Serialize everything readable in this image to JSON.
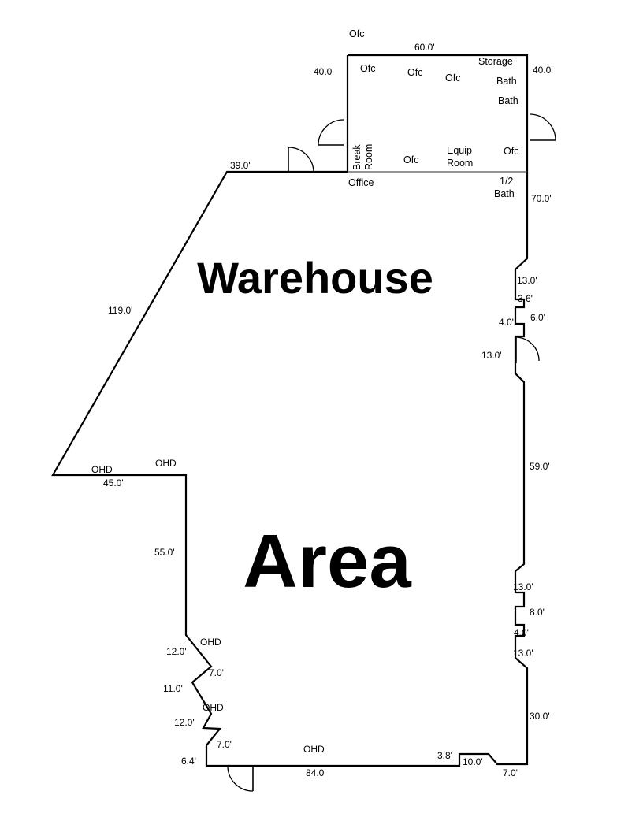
{
  "area_titles": {
    "line1": "Warehouse",
    "line2": "Area"
  },
  "rooms": {
    "ofc_outside_top": "Ofc",
    "ofc_1": "Ofc",
    "ofc_2": "Ofc",
    "ofc_3": "Ofc",
    "storage": "Storage",
    "bath_1": "Bath",
    "bath_2": "Bath",
    "break_room_line1": "Break",
    "break_room_line2": "Room",
    "ofc_4": "Ofc",
    "equip_room_line1": "Equip",
    "equip_room_line2": "Room",
    "ofc_5": "Ofc",
    "office": "Office",
    "half_bath_line1": "1/2",
    "half_bath_line2": "Bath"
  },
  "ohd_labels": {
    "left_dock_1": "OHD",
    "left_dock_2": "OHD",
    "lower_left_1": "OHD",
    "lower_left_2": "OHD",
    "bottom": "OHD"
  },
  "dimensions": {
    "office_top": "60.0'",
    "office_left": "40.0'",
    "office_right": "40.0'",
    "top_left_wall": "39.0'",
    "diagonal_wall": "119.0'",
    "right_upper": "70.0'",
    "right_jog_1": "13.0'",
    "right_jog_2": "3.6'",
    "right_jog_3": "6.0'",
    "right_jog_4": "4.0'",
    "right_jog_5": "13.0'",
    "right_middle": "59.0'",
    "right_jog_6": "13.0'",
    "right_jog_7": "8.0'",
    "right_jog_8": "4.0'",
    "right_jog_9": "13.0'",
    "right_lower": "30.0'",
    "left_ledge": "45.0'",
    "left_vertical": "55.0'",
    "zigzag_1": "12.0'",
    "zigzag_2": "7.0'",
    "zigzag_3": "11.0'",
    "zigzag_4": "12.0'",
    "zigzag_5": "7.0'",
    "zigzag_6": "6.4'",
    "bottom_wall": "84.0'",
    "bottom_step_1": "3.8'",
    "bottom_step_2": "10.0'",
    "bottom_step_3": "7.0'"
  }
}
